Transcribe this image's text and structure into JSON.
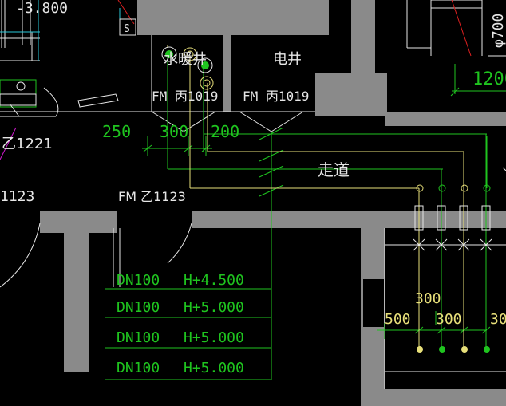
{
  "colors": {
    "background": "#000000",
    "wall": "#8a8a8a",
    "green": "#1fc41f",
    "yellow": "#e8e07a",
    "white": "#e6e6e6",
    "magenta": "#d11ad1",
    "cyan": "#29c8d8",
    "red": "#e02020"
  },
  "labels": {
    "elev_top": "-3.800",
    "s_mark": "S",
    "room_pipe": "水暖井",
    "room_elec": "电井",
    "fm_pipe": "FM 丙1019",
    "fm_elec": "FM 丙1019",
    "dim_250": "250",
    "dim_300": "300",
    "dim_200": "200",
    "corridor": "走道",
    "door_left_a": "乙1221",
    "door_left_b": "1123",
    "fm_corridor": "FM 乙1123",
    "dim_1200": "1200",
    "phi": "φ700",
    "dim_300_mid": "300",
    "dim_500": "500",
    "dim_300_b": "300",
    "dim_30_right": "30"
  },
  "pipe_table": [
    {
      "dn": "DN100",
      "h": "H+4.500"
    },
    {
      "dn": "DN100",
      "h": "H+5.000"
    },
    {
      "dn": "DN100",
      "h": "H+5.000"
    },
    {
      "dn": "DN100",
      "h": "H+5.000"
    }
  ]
}
